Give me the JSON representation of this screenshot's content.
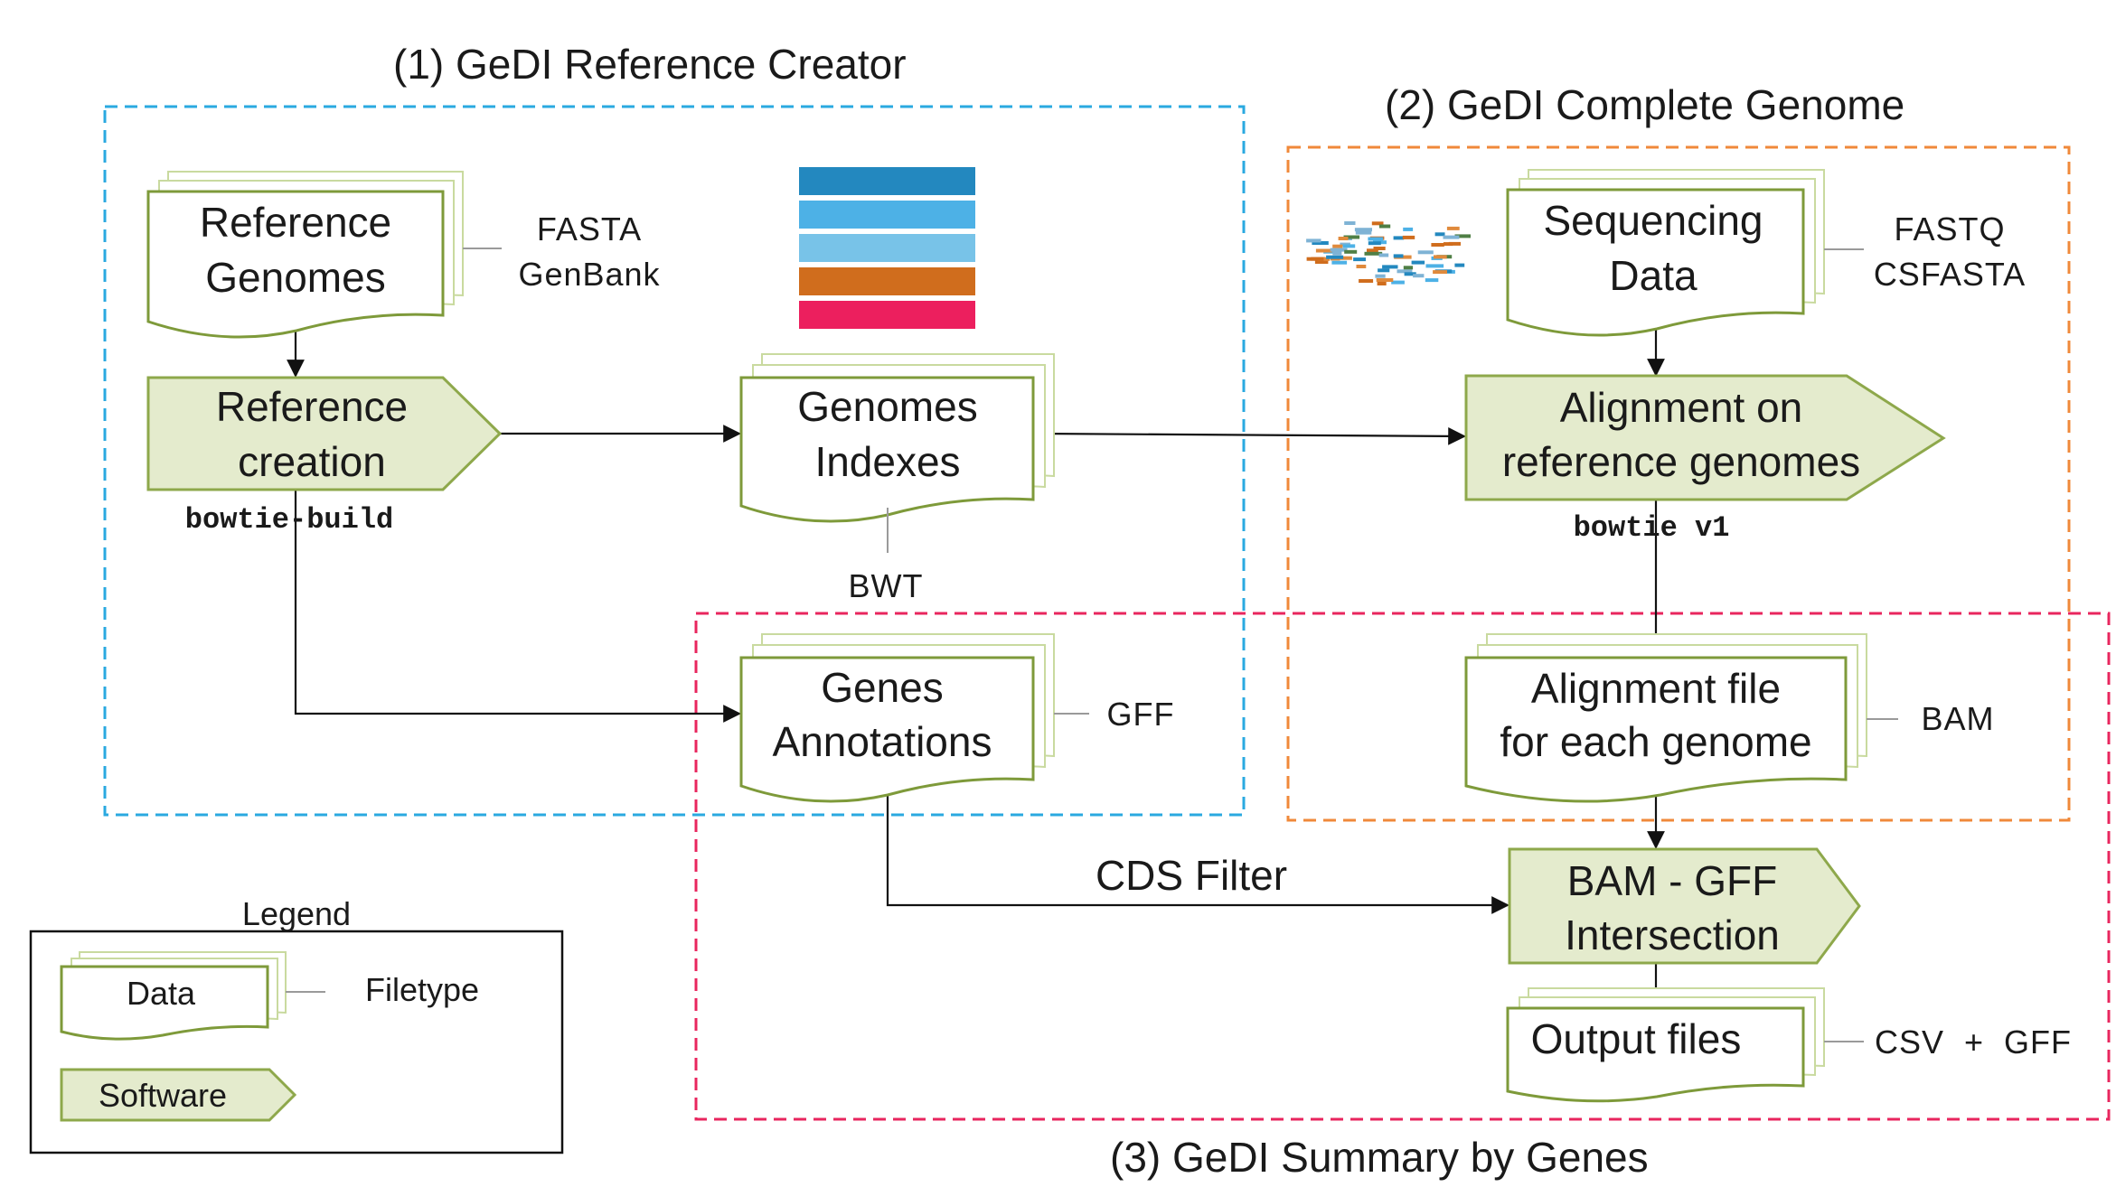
{
  "regions": {
    "creator_title": "(1) GeDI Reference Creator",
    "complete_title": "(2) GeDI Complete Genome",
    "summary_title": "(3) GeDI Summary by Genes"
  },
  "nodes": {
    "reference_genomes": [
      "Reference",
      "Genomes"
    ],
    "reference_creation": [
      "Reference",
      "creation"
    ],
    "genomes_indexes": [
      "Genomes",
      "Indexes"
    ],
    "genes_annotations": [
      "Genes",
      "Annotations"
    ],
    "sequencing_data": [
      "Sequencing",
      "Data"
    ],
    "alignment": [
      "Alignment on",
      "reference genomes"
    ],
    "alignment_file": [
      "Alignment file",
      "for each genome"
    ],
    "bam_gff": [
      "BAM - GFF",
      "Intersection"
    ],
    "output_files": "Output files"
  },
  "filetypes": {
    "reference_genomes": [
      "FASTA",
      "GenBank"
    ],
    "genomes_indexes": "BWT",
    "genes_annotations": "GFF",
    "sequencing_data": [
      "FASTQ",
      "CSFASTA"
    ],
    "alignment_file": "BAM",
    "output_files": "CSV  +  GFF"
  },
  "software": {
    "reference_creation": "bowtie-build",
    "alignment": "bowtie v1"
  },
  "edge_labels": {
    "cds_filter": "CDS Filter"
  },
  "legend": {
    "title": "Legend",
    "data": "Data",
    "filetype": "Filetype",
    "software": "Software"
  },
  "colors": {
    "region_creator": "#2aa9e0",
    "region_complete": "#f0893a",
    "region_summary": "#e8265e",
    "data_border": "#7e9a3a",
    "software_fill": "#e4ebcd",
    "index_stripes": [
      "#2388bf",
      "#4db1e6",
      "#78c3e8",
      "#d06d1d",
      "#ec1f5e"
    ]
  }
}
